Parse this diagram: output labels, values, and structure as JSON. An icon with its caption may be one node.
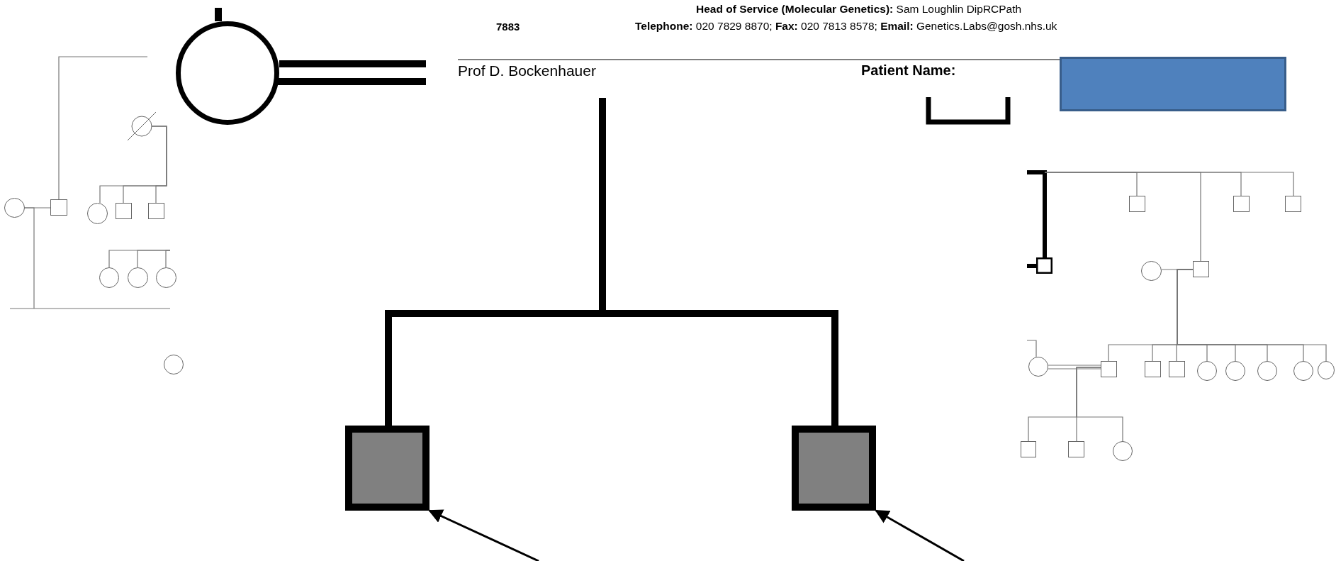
{
  "diagram": {
    "nodes": [
      {
        "text": [],
        "shape": "circle"
      },
      {
        "text": [],
        "shape": "box"
      },
      {
        "text": [],
        "shape": "box"
      },
      {
        "text": [],
        "shape": "box"
      },
      {
        "text": [],
        "shape": "circle"
      },
      {
        "text": [],
        "shape": "box"
      },
      {
        "text": [],
        "shape": "circle"
      },
      {
        "text": [],
        "shape": "circle"
      },
      {
        "text": [],
        "shape": "box"
      },
      {
        "text": [],
        "shape": "box"
      },
      {
        "text": [],
        "shape": "circle"
      },
      {
        "text": [],
        "shape": "circle"
      },
      {
        "text": [],
        "shape": "circle"
      },
      {
        "text": [],
        "shape": "circle"
      },
      {
        "text": [],
        "shape": "box"
      },
      {
        "text": [],
        "shape": "box"
      },
      {
        "text": [],
        "shape": "box"
      },
      {
        "text": [],
        "shape": "box"
      },
      {
        "text": [],
        "shape": "circle"
      },
      {
        "text": [],
        "shape": "box"
      },
      {
        "text": [],
        "shape": "circle"
      },
      {
        "text": [],
        "shape": "box"
      },
      {
        "text": [],
        "shape": "box"
      },
      {
        "text": [],
        "shape": "box"
      },
      {
        "text": [],
        "shape": "circle"
      },
      {
        "text": [],
        "shape": "circle"
      },
      {
        "text": [],
        "shape": "circle"
      },
      {
        "text": [],
        "shape": "circle"
      },
      {
        "text": [],
        "shape": "circle"
      },
      {
        "text": [],
        "shape": "box"
      },
      {
        "text": [],
        "shape": "box"
      },
      {
        "text": [],
        "shape": "circle"
      }
    ],
    "edges": [
      {
        "from": null,
        "to": 0,
        "arrow": "none",
        "style": "thick",
        "color": "#000000"
      },
      {
        "from": 0,
        "to": null,
        "arrow": "none",
        "style": "thick",
        "color": "#000000"
      },
      {
        "from": null,
        "to": 2,
        "arrow": "none",
        "style": "thick",
        "color": "#000000"
      },
      {
        "from": null,
        "to": 3,
        "arrow": "none",
        "style": "thick",
        "color": "#000000"
      },
      {
        "from": null,
        "to": 2,
        "arrow": "to",
        "color": "#000000"
      },
      {
        "from": null,
        "to": 3,
        "arrow": "to",
        "color": "#000000"
      },
      {
        "from": 4,
        "to": 5,
        "arrow": "none"
      },
      {
        "from": 5,
        "to": null,
        "arrow": "none"
      },
      {
        "from": 4,
        "to": null,
        "arrow": "none"
      },
      {
        "from": 6,
        "to": 7,
        "arrow": "none"
      },
      {
        "from": 6,
        "to": 8,
        "arrow": "none"
      },
      {
        "from": 6,
        "to": 9,
        "arrow": "none"
      },
      {
        "from": null,
        "to": 10,
        "arrow": "none"
      },
      {
        "from": null,
        "to": 11,
        "arrow": "none"
      },
      {
        "from": null,
        "to": 12,
        "arrow": "none"
      },
      {
        "from": null,
        "to": 14,
        "arrow": "none",
        "style": "thick",
        "color": "#000000"
      },
      {
        "from": null,
        "to": 14,
        "arrow": "none",
        "style": "thick",
        "color": "#000000"
      },
      {
        "from": null,
        "to": 15,
        "arrow": "none"
      },
      {
        "from": null,
        "to": 19,
        "arrow": "none"
      },
      {
        "from": null,
        "to": 16,
        "arrow": "none"
      },
      {
        "from": null,
        "to": 17,
        "arrow": "none"
      },
      {
        "from": 18,
        "to": 19,
        "arrow": "none"
      },
      {
        "from": 19,
        "to": 21,
        "arrow": "none"
      },
      {
        "from": 19,
        "to": 22,
        "arrow": "none"
      },
      {
        "from": 19,
        "to": 23,
        "arrow": "none"
      },
      {
        "from": 19,
        "to": 24,
        "arrow": "none"
      },
      {
        "from": 19,
        "to": 25,
        "arrow": "none"
      },
      {
        "from": 19,
        "to": 26,
        "arrow": "none"
      },
      {
        "from": 19,
        "to": 27,
        "arrow": "none"
      },
      {
        "from": 19,
        "to": 28,
        "arrow": "none"
      },
      {
        "from": 20,
        "to": 21,
        "arrow": "none"
      },
      {
        "from": null,
        "to": 20,
        "arrow": "none"
      },
      {
        "from": 21,
        "to": 29,
        "arrow": "none"
      },
      {
        "from": 21,
        "to": 30,
        "arrow": "none"
      },
      {
        "from": 21,
        "to": 31,
        "arrow": "none"
      }
    ],
    "labels": [
      "7883",
      "**Head of Service (Molecular Genetics):** Sam Loughlin DipRCPath",
      "**Telephone:** 020 7829 8870; **Fax:** 020 7813 8578; **Email:** Genetics.Labs@gosh.nhs.uk",
      "Prof D. Bockenhauer",
      "Patient Name:"
    ]
  }
}
